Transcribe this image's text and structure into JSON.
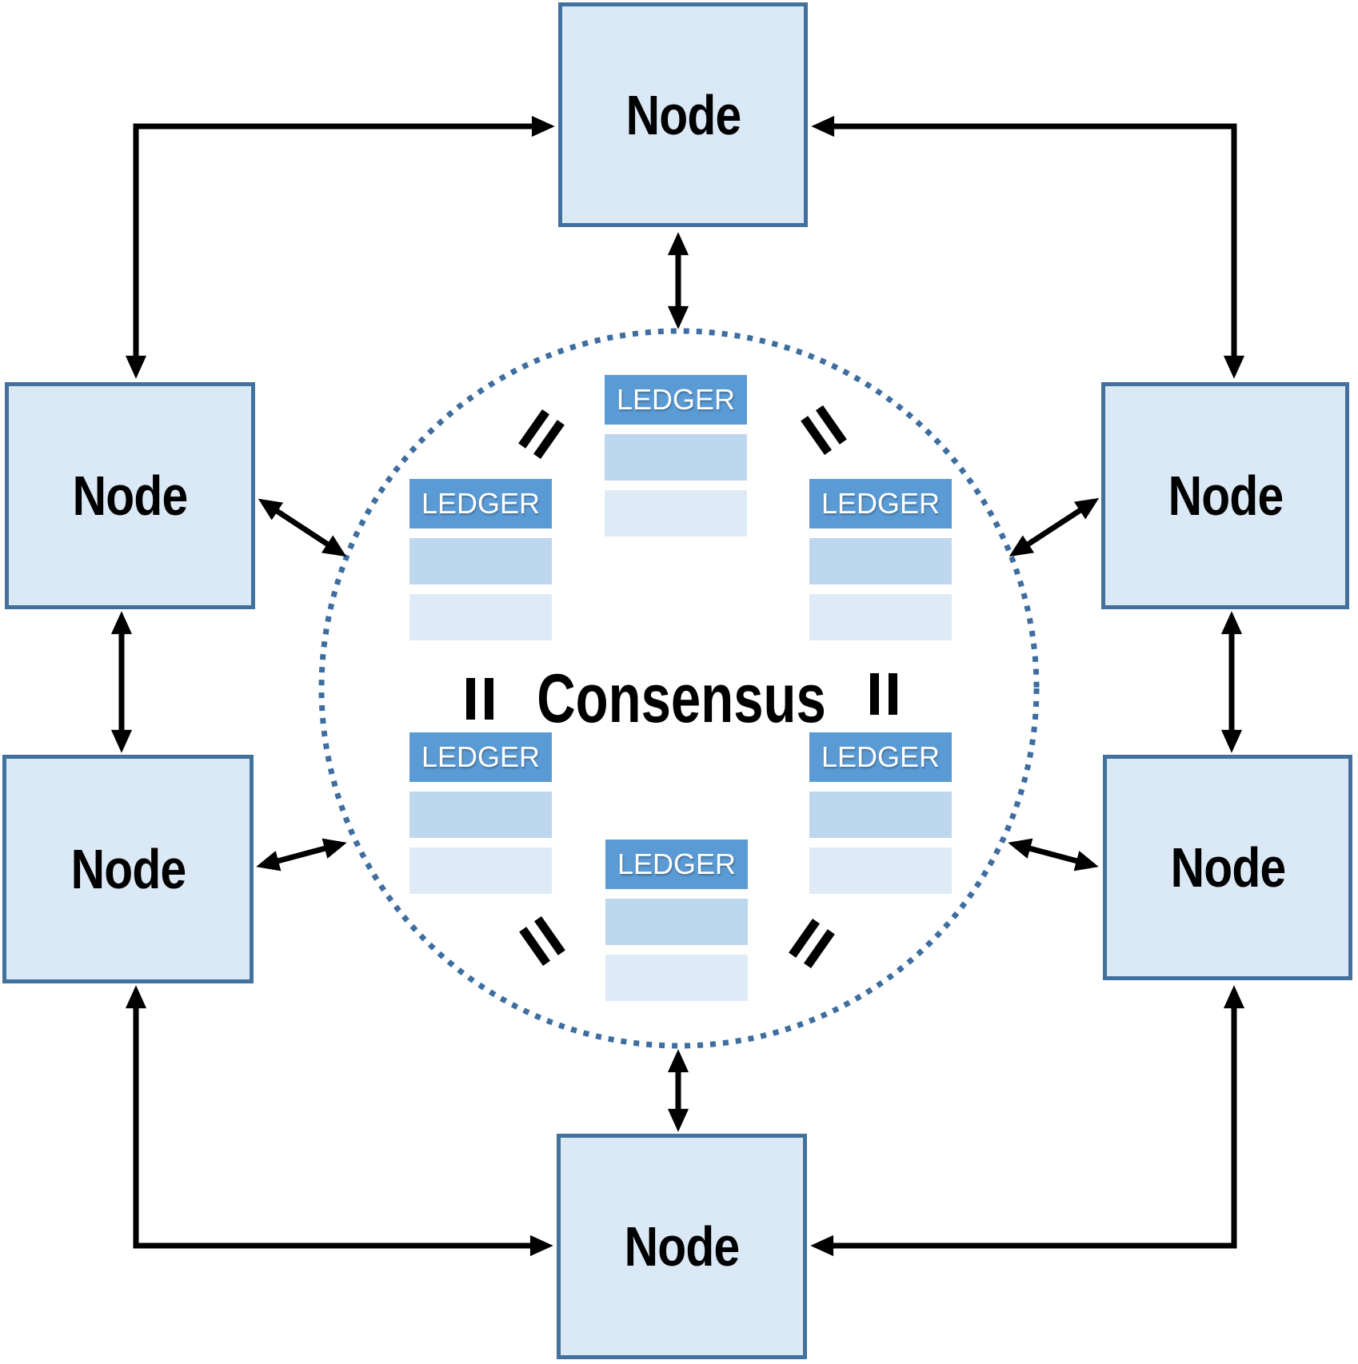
{
  "diagram": {
    "center_label": "Consensus",
    "equals_symbol": "=",
    "nodes": [
      {
        "id": "top",
        "label": "Node"
      },
      {
        "id": "left-upper",
        "label": "Node"
      },
      {
        "id": "right-upper",
        "label": "Node"
      },
      {
        "id": "left-lower",
        "label": "Node"
      },
      {
        "id": "right-lower",
        "label": "Node"
      },
      {
        "id": "bottom",
        "label": "Node"
      }
    ],
    "ledgers": [
      {
        "id": "top-center",
        "label": "LEDGER"
      },
      {
        "id": "left-upper",
        "label": "LEDGER"
      },
      {
        "id": "right-upper",
        "label": "LEDGER"
      },
      {
        "id": "left-lower",
        "label": "LEDGER"
      },
      {
        "id": "right-lower",
        "label": "LEDGER"
      },
      {
        "id": "bottom-center",
        "label": "LEDGER"
      }
    ],
    "colors": {
      "background": "#ffffff",
      "node_fill": "#dbe8f5",
      "node_border": "#41719c",
      "node_text": "#000000",
      "ledger_header_fill": "#5b9bd5",
      "ledger_row_medium": "#bdd7ee",
      "ledger_row_light": "#deebf7",
      "ledger_text": "#ffffff",
      "circle_dot": "#3e6d9f",
      "arrow": "#000000"
    }
  }
}
